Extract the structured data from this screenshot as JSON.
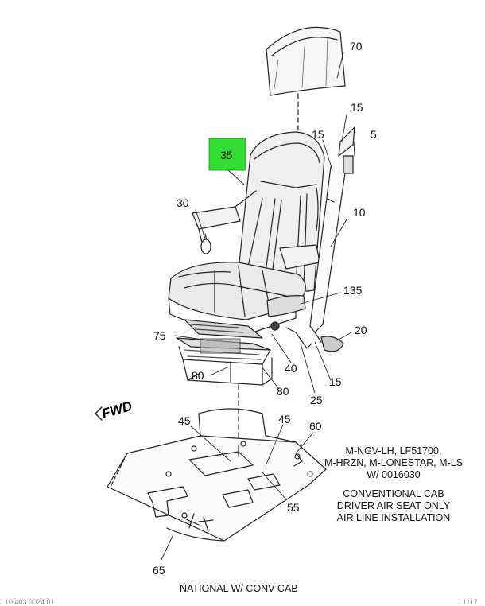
{
  "callouts": {
    "c70": "70",
    "c15a": "15",
    "c15b": "15",
    "c5": "5",
    "c35": "35",
    "c30": "30",
    "c10": "10",
    "c135": "135",
    "c75": "75",
    "c20": "20",
    "c40": "40",
    "c15c": "15",
    "c80a": "80",
    "c80b": "80",
    "c25": "25",
    "c45a": "45",
    "c45b": "45",
    "c60": "60",
    "c55": "55",
    "c65": "65"
  },
  "highlight": {
    "callout": "35",
    "color": "#33dd33"
  },
  "fwd_label": "FWD",
  "applicability_note": [
    "M-NGV-LH, LF51700,",
    "M-HRZN, M-LONESTAR, M-LS",
    "W/ 0016030"
  ],
  "installation_note": [
    "CONVENTIONAL CAB",
    "DRIVER AIR SEAT ONLY",
    "AIR LINE INSTALLATION"
  ],
  "footer_caption": "NATIONAL W/ CONV CAB",
  "bottom_left_stub": "10.403.0024.01",
  "bottom_right_stub": "1117"
}
